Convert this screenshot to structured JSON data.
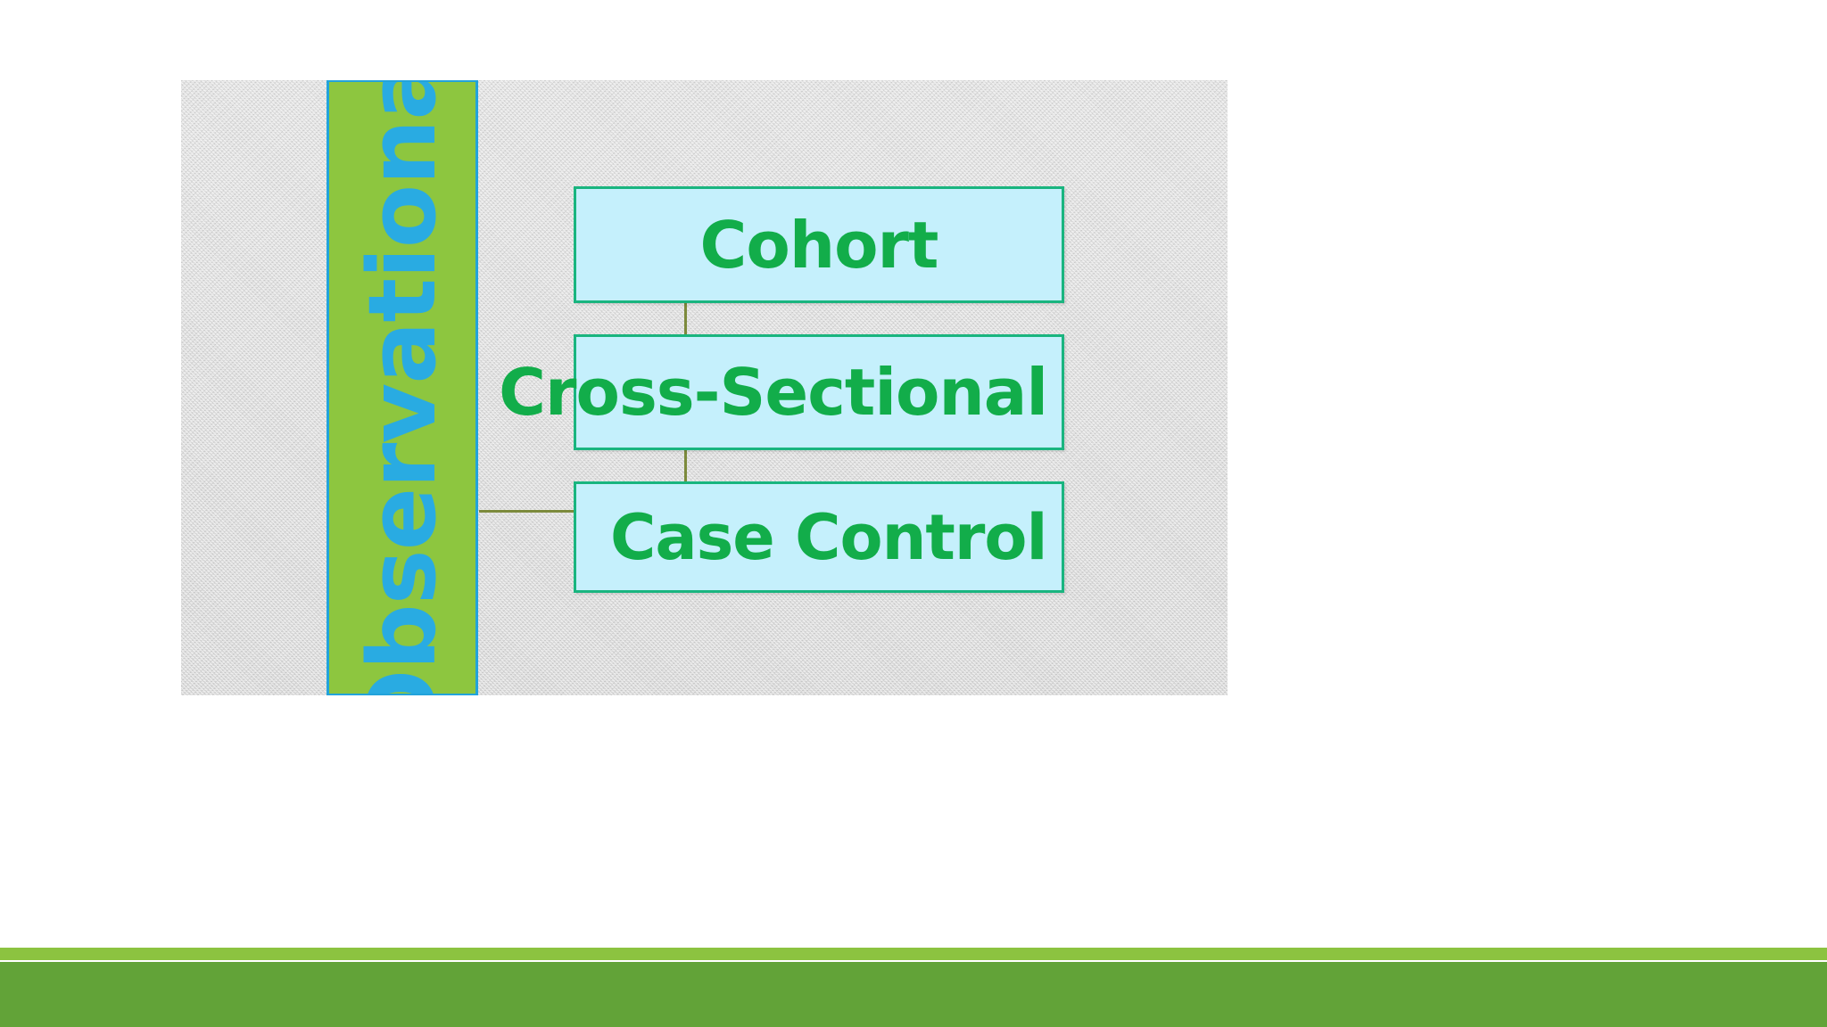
{
  "slide": {
    "title": "Observational",
    "background_color": "#FFFFFF"
  },
  "diagram": {
    "type": "tree",
    "root": {
      "label": "Observational",
      "orientation": "vertical-rotated",
      "fill_color": "#8DC63F",
      "text_color": "#29ABE2",
      "border_color": "#22A3DB"
    },
    "children": [
      {
        "label": "Cohort",
        "fill_color": "#C5F0FC",
        "text_color": "#12AD4A",
        "border_color": "#19B57F"
      },
      {
        "label": "Cross-Sectional",
        "fill_color": "#C5F0FC",
        "text_color": "#12AD4A",
        "border_color": "#19B57F"
      },
      {
        "label": "Case Control",
        "fill_color": "#C5F0FC",
        "text_color": "#12AD4A",
        "border_color": "#19B57F"
      }
    ],
    "connector_color": "#7C8A3C",
    "panel_color": "#DCDCDC"
  },
  "footer": {
    "accent_bar_color": "#8CC340",
    "main_bar_color": "#62A338"
  }
}
